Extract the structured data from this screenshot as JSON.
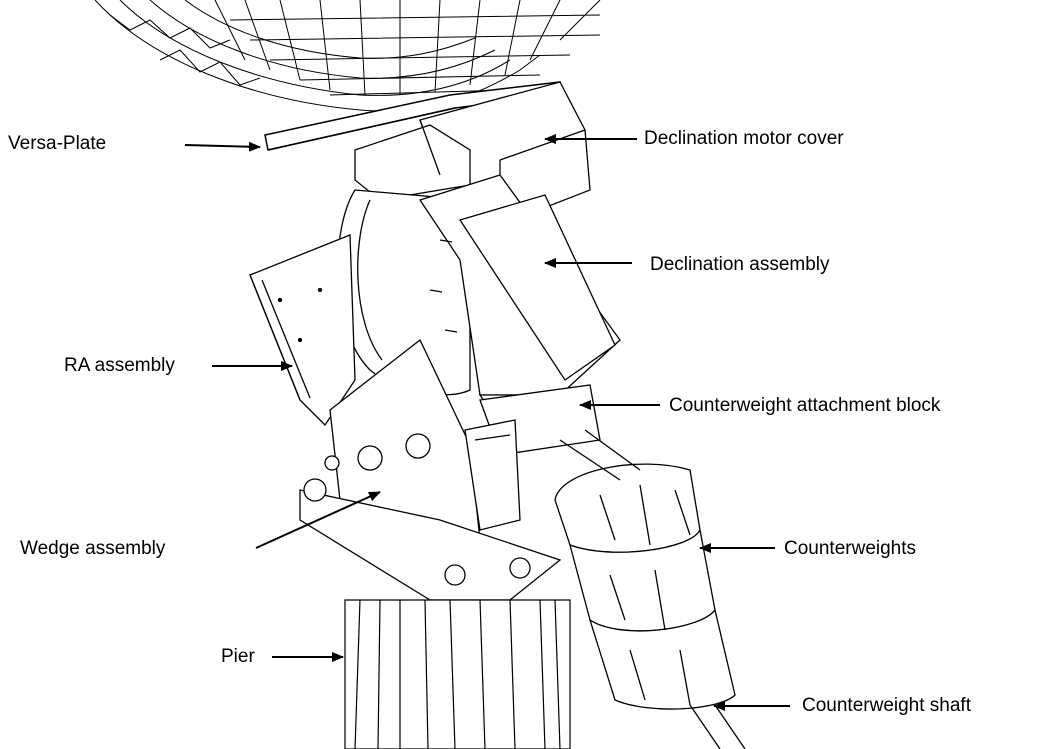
{
  "labels": {
    "versa_plate": "Versa-Plate",
    "declination_motor_cover": "Declination motor cover",
    "declination_assembly": "Declination assembly",
    "ra_assembly": "RA assembly",
    "counterweight_attachment_block": "Counterweight attachment block",
    "wedge_assembly": "Wedge assembly",
    "counterweights": "Counterweights",
    "pier": "Pier",
    "counterweight_shaft": "Counterweight shaft"
  },
  "colors": {
    "line": "#000000",
    "background": "#ffffff"
  }
}
